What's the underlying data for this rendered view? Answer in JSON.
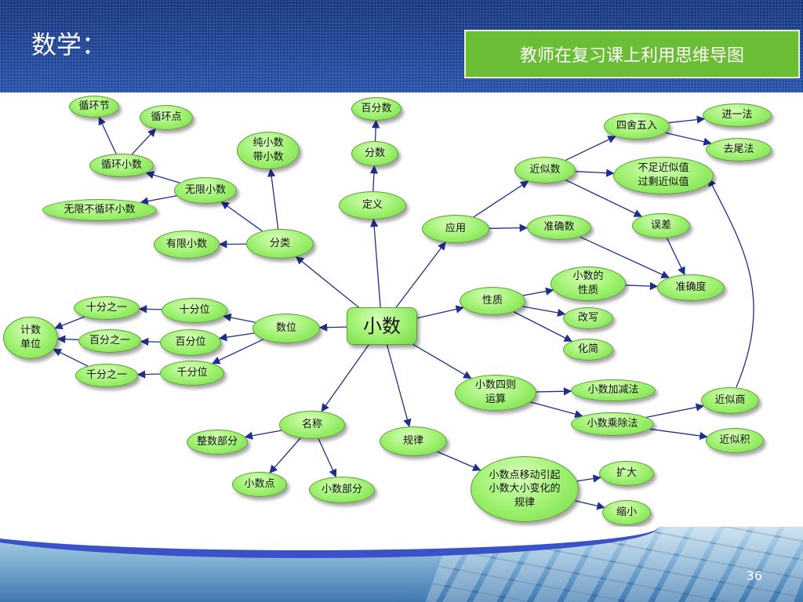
{
  "header": {
    "title": "数学：",
    "subtitle": "教师在复习课上利用思维导图"
  },
  "page_number": "36",
  "mindmap": {
    "central": "小数",
    "nodes": {
      "xunhuanjie": "循环节",
      "xunhuandian": "循环点",
      "xunhuanxiaoshu": "循环小数",
      "wuxianxiaoshu": "无限小数",
      "wuxianbuxunhuan": "无限不循环小数",
      "youxianxiaoshu": "有限小数",
      "chunxiaoshu": "纯小数\n带小数",
      "fenlei": "分类",
      "baifenshu": "百分数",
      "fenshu": "分数",
      "dingyi": "定义",
      "yingyong": "应用",
      "jinsishu": "近似数",
      "sishewuru": "四舍五入",
      "jinyifa": "进一法",
      "quweifa": "去尾法",
      "buzujinsi": "不足近似值\n过剩近似值",
      "wucha": "误差",
      "zhunqueshu": "准确数",
      "zhunquedu": "准确度",
      "xingzhi": "性质",
      "xiaoshudexingzhi": "小数的\n性质",
      "gaixie": "改写",
      "huajian": "化简",
      "shiwei": "十分位",
      "baiwei": "百分位",
      "qianwei": "千分位",
      "shifen": "十分之一",
      "baifen": "百分之一",
      "qianfen": "千分之一",
      "jishudanwei": "计数\n单位",
      "shuwei": "数位",
      "sizeyunsuan": "小数四则\n运算",
      "jiajian": "小数加减法",
      "chengchu": "小数乘除法",
      "jinsishang": "近似商",
      "jinsiji": "近似积",
      "mingcheng": "名称",
      "zhengshubufen": "整数部分",
      "xiaoshudian": "小数点",
      "xiaoshubufen": "小数部分",
      "guilv": "规律",
      "yidong": "小数点移动引起\n小数大小变化的\n规律",
      "kuoda": "扩大",
      "suoxiao": "缩小"
    }
  }
}
